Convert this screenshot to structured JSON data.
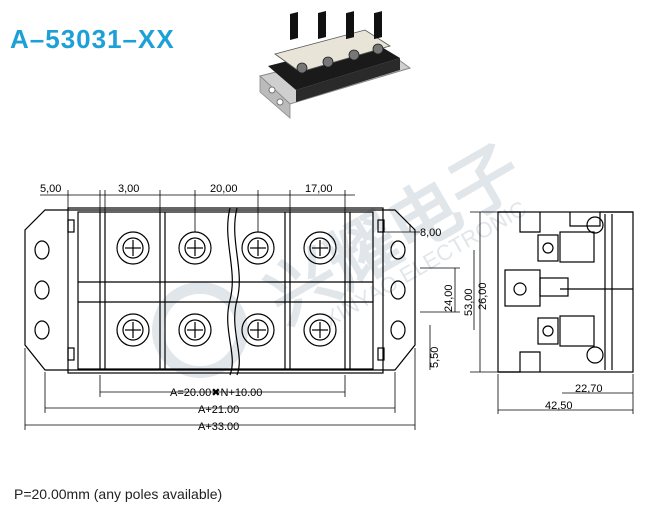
{
  "title": "A–53031–XX",
  "footnote": "P=20.00mm (any poles available)",
  "watermark": {
    "cn": "兴耀电子",
    "en": "XINYAO ELECTRONIC"
  },
  "dims": {
    "top": [
      "5,00",
      "3,00",
      "20,00",
      "17,00"
    ],
    "d_8": "8,00",
    "d_24": "24,00",
    "d_26": "26,00",
    "d_53": "53,00",
    "d_550": "5,50",
    "a_formula": "A=20.00✖N+10.00",
    "a_21": "A+21.00",
    "a_33": "A+33.00",
    "d_2270": "22,70",
    "d_4250": "42,50"
  },
  "colors": {
    "title": "#1da0d8",
    "watermark": "#c9d3da",
    "line": "#000000"
  }
}
